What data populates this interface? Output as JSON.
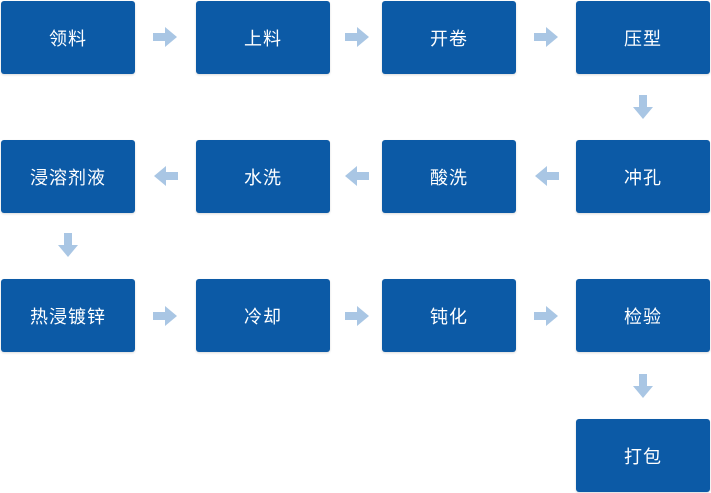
{
  "process_flow": {
    "arrow_color": "#a9c6e4",
    "box_color": "#0c5aa6",
    "steps": [
      {
        "label": "领料"
      },
      {
        "label": "上料"
      },
      {
        "label": "开卷"
      },
      {
        "label": "压型"
      },
      {
        "label": "冲孔"
      },
      {
        "label": "酸洗"
      },
      {
        "label": "水洗"
      },
      {
        "label": "浸溶剂液"
      },
      {
        "label": "热浸镀锌"
      },
      {
        "label": "冷却"
      },
      {
        "label": "钝化"
      },
      {
        "label": "检验"
      },
      {
        "label": "打包"
      }
    ]
  }
}
